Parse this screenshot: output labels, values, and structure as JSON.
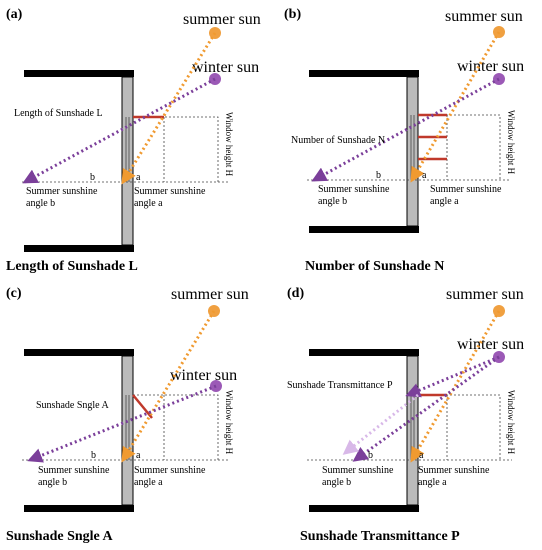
{
  "colors": {
    "summer": "#f0a040",
    "summer_ray": "#f09a30",
    "winter": "#9b59b6",
    "winter_ray": "#7b3f9a",
    "winter_ray_faint": "#d8b8e8",
    "sunshade": "#c0392b",
    "wall": "#000000",
    "glass": "#bbbbbb"
  },
  "icons": {
    "summer_sun": "summer-sun-icon",
    "winter_sun": "winter-sun-icon"
  },
  "panels": [
    {
      "letter": "(a)",
      "summer_sun": "summer sun",
      "winter_sun": "winter  sun",
      "param_label": "Length of Sunshade L",
      "window_height": "Window height H",
      "b_mark": "b",
      "a_mark": "a",
      "angle_b_line1": "Summer sunshine",
      "angle_b_line2": "angle b",
      "angle_a_line1": "Summer sunshine",
      "angle_a_line2": "angle a",
      "caption": "Length of Sunshade L"
    },
    {
      "letter": "(b)",
      "summer_sun": "summer sun",
      "winter_sun": "winter  sun",
      "param_label": "Number of Sunshade N",
      "window_height": "Window height H",
      "b_mark": "b",
      "a_mark": "a",
      "angle_b_line1": "Summer sunshine",
      "angle_b_line2": "angle b",
      "angle_a_line1": "Summer sunshine",
      "angle_a_line2": "angle a",
      "caption": "Number of Sunshade N"
    },
    {
      "letter": "(c)",
      "summer_sun": "summer sun",
      "winter_sun": "winter  sun",
      "param_label": "Sunshade Sngle A",
      "window_height": "Window height H",
      "b_mark": "b",
      "a_mark": "a",
      "angle_b_line1": "Summer sunshine",
      "angle_b_line2": "angle b",
      "angle_a_line1": "Summer sunshine",
      "angle_a_line2": "angle a",
      "caption": "Sunshade Sngle A"
    },
    {
      "letter": "(d)",
      "summer_sun": "summer sun",
      "winter_sun": "winter  sun",
      "param_label": "Sunshade Transmittance P",
      "window_height": "Window height H",
      "b_mark": "b",
      "a_mark": "a",
      "angle_b_line1": "Summer sunshine",
      "angle_b_line2": "angle b",
      "angle_a_line1": "Summer sunshine",
      "angle_a_line2": "angle a",
      "caption": "Sunshade Transmittance P"
    }
  ]
}
